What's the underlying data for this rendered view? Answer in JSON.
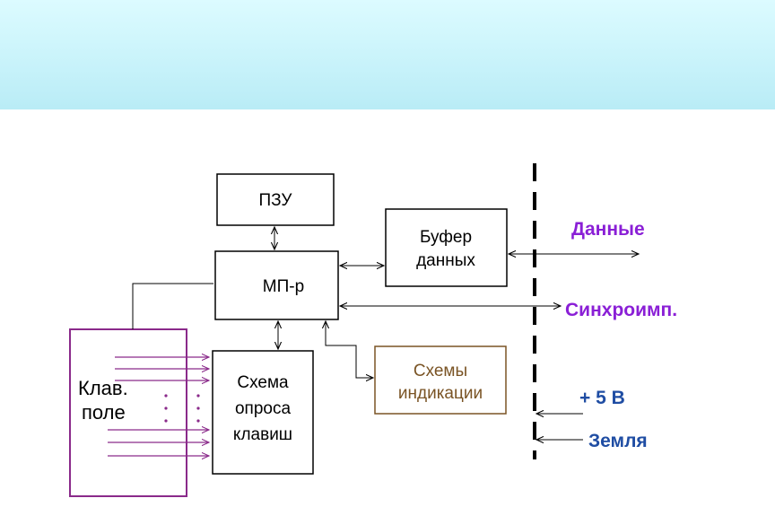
{
  "blocks": {
    "rom": "ПЗУ",
    "cpu": "МП-р",
    "buffer_line1": "Буфер",
    "buffer_line2": "данных",
    "display_line1": "Схемы",
    "display_line2": "индикации",
    "scan_line1": "Схема",
    "scan_line2": "опроса",
    "scan_line3": "клавиш",
    "keyboard_line1": "Клав.",
    "keyboard_line2": "поле"
  },
  "interface": {
    "data": "Данные",
    "sync": "Синхроимп.",
    "power": "+ 5 В",
    "ground": "Земля"
  },
  "colors": {
    "header": "#c6f2fa",
    "purple": "#8a1fd6",
    "blue": "#1f4da3",
    "brown": "#7a5425",
    "keyboard": "#8a2a8a"
  }
}
